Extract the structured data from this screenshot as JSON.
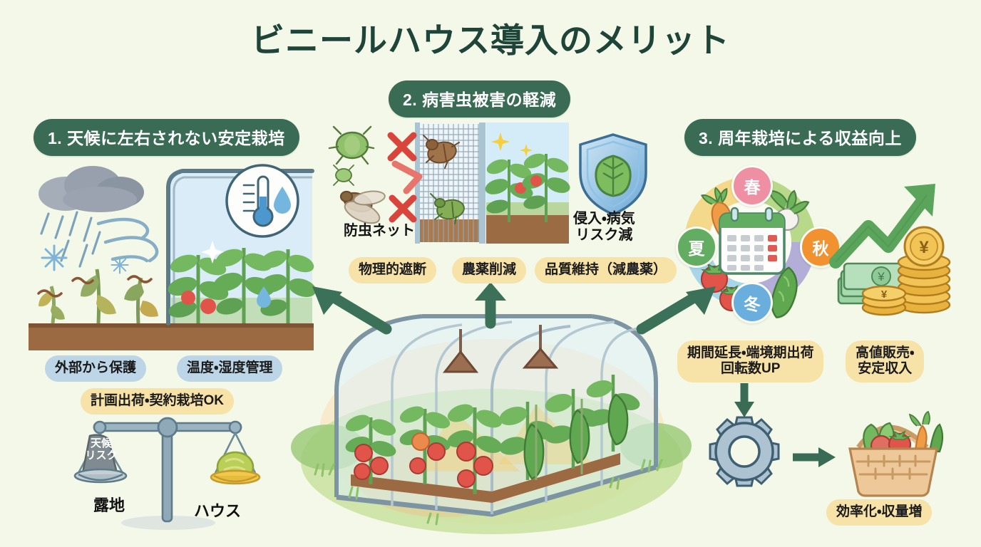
{
  "page": {
    "title": "ビニールハウス導入のメリット",
    "background_color": "#f4f8e8",
    "accent_color": "#3a6b55",
    "chip_blue": "#bcd6e8",
    "chip_yellow": "#f7e2a8"
  },
  "sections": [
    {
      "badge": "1. 天候に左右されない安定栽培",
      "chips": [
        "外部から保護",
        "温度・湿度管理",
        "計画出荷・契約栽培OK"
      ],
      "illustration": "outdoor-weather-damage-vs-greenhouse"
    },
    {
      "badge": "2. 病害虫被害の軽減",
      "chips": [
        "物理的遮断",
        "農薬削減",
        "品質維持（減農薬）"
      ],
      "labels": [
        "防虫ネット",
        "侵入・病気\nリスク減"
      ],
      "illustration": "insects-blocked-by-net-and-shield"
    },
    {
      "badge": "3. 周年栽培による収益向上",
      "chips": [
        "期間延長・端境期出荷\n回転数UP",
        "高値販売・\n安定収入",
        "効率化・収量増"
      ],
      "illustration": "season-wheel-money-gear-basket"
    }
  ],
  "labels": {
    "net": "防虫ネット",
    "risk_line1": "侵入・病気",
    "risk_line2": "リスク減"
  },
  "chips": {
    "s1_protect": "外部から保護",
    "s1_climate": "温度・湿度管理",
    "s1_shipping": "計画出荷・契約栽培OK",
    "s2_physical": "物理的遮断",
    "s2_pesticide": "農薬削減",
    "s2_quality": "品質維持（減農薬）",
    "s3_period_l1": "期間延長・端境期出荷",
    "s3_period_l2": "回転数UP",
    "s3_price_l1": "高値販売・",
    "s3_price_l2": "安定収入",
    "s3_efficiency": "効率化・収量増"
  },
  "season_wheel": {
    "spring": {
      "label": "春",
      "color": "#ef8fa3"
    },
    "summer": {
      "label": "夏",
      "color": "#63ad62"
    },
    "autumn": {
      "label": "秋",
      "color": "#f2912f"
    },
    "winter": {
      "label": "冬",
      "color": "#6aaede"
    },
    "center_icon": "calendar-icon"
  },
  "balance": {
    "weight_l1": "天候",
    "weight_l2": "リスク",
    "left_label": "露地",
    "right_label": "ハウス"
  },
  "icons": {
    "thermometer": "thermometer-humidity-icon",
    "shield": "shield-leaf-icon",
    "gear": "gear-icon",
    "basket": "vegetable-basket-icon",
    "money": "money-growth-icon",
    "cross": "red-cross-icon",
    "greenhouse": "greenhouse-illustration"
  }
}
